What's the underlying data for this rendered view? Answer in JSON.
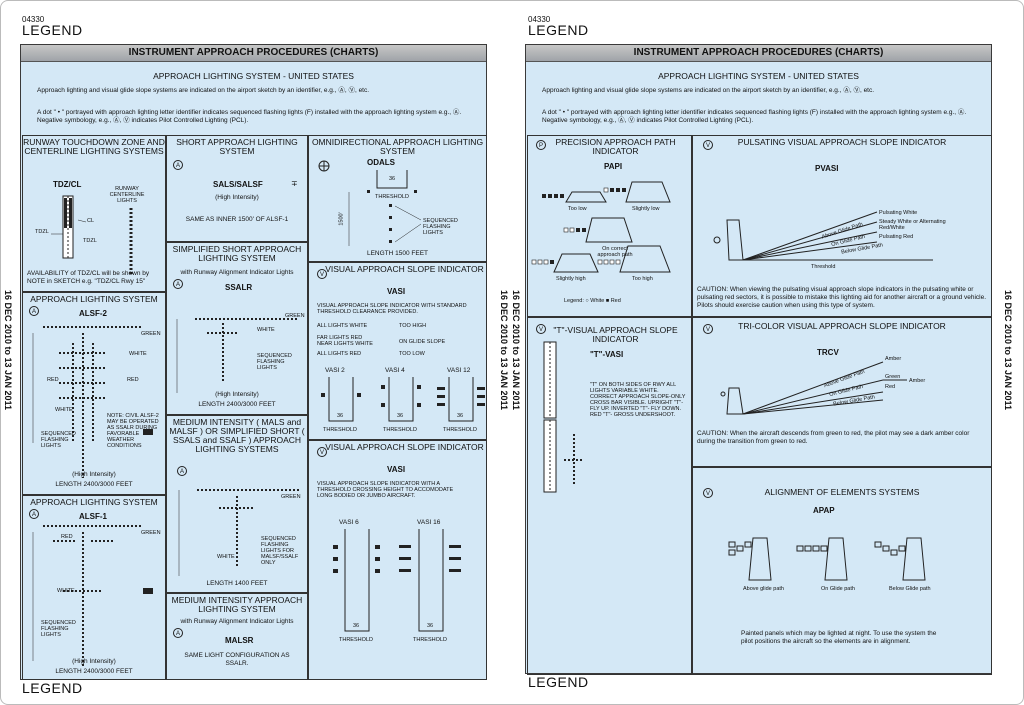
{
  "page_number": "04330",
  "legend": "LEGEND",
  "header": "INSTRUMENT APPROACH PROCEDURES (CHARTS)",
  "subheader": "APPROACH LIGHTING SYSTEM - UNITED STATES",
  "intro_line1": "Approach lighting and visual glide slope systems are indicated on the airport sketch by an identifier, e.g., Ⓐ, Ⓥ, etc.",
  "intro_line2": "A dot \" • \" portrayed with approach lighting letter identifier indicates sequenced flashing lights (F) installed with the approach lighting system e.g., Ⓐ. Negative symbology, e.g., Ⓐ, Ⓥ indicates Pilot Controlled Lighting (PCL).",
  "side_date": "16 DEC 2010 to 13 JAN 2011",
  "left": {
    "tdz_title": "RUNWAY TOUCHDOWN ZONE AND CENTERLINE LIGHTING SYSTEMS",
    "tdz_code": "TDZ/CL",
    "tdz_labels": {
      "rcl": "RUNWAY CENTERLINE LIGHTS",
      "cl": "CL",
      "tdzl": "TDZL",
      "tdzl2": "TDZL"
    },
    "tdz_note": "AVAILABILITY of TDZ/CL will be shown by NOTE in SKETCH e.g. \"TDZ/CL Rwy 15\"",
    "alsf2_title": "APPROACH LIGHTING SYSTEM",
    "alsf2_code": "ALSF-2",
    "alsf2_labels": {
      "green": "GREEN",
      "white": "WHITE",
      "red": "RED",
      "red2": "RED",
      "white2": "WHITE",
      "seq": "SEQUENCED FLASHING LIGHTS",
      "note": "NOTE: CIVIL ALSF-2 MAY BE OPERATED AS SSALR DURING FAVORABLE WEATHER CONDITIONS"
    },
    "alsf2_intensity": "(High Intensity)",
    "alsf2_length": "LENGTH 2400/3000 FEET",
    "alsf1_title": "APPROACH LIGHTING SYSTEM",
    "alsf1_code": "ALSF-1",
    "alsf1_labels": {
      "red": "RED",
      "green": "GREEN",
      "white": "WHITE",
      "seq": "SEQUENCED FLASHING LIGHTS"
    },
    "alsf1_intensity": "(High Intensity)",
    "alsf1_length": "LENGTH 2400/3000 FEET",
    "short_title": "SHORT APPROACH LIGHTING SYSTEM",
    "short_code": "SALS/SALSF",
    "short_intensity": "(High Intensity)",
    "short_desc": "SAME AS INNER 1500' OF ALSF-1",
    "ssalr_title": "SIMPLIFIED SHORT APPROACH LIGHTING SYSTEM",
    "ssalr_sub": "with Runway Alignment Indicator Lights",
    "ssalr_code": "SSALR",
    "ssalr_labels": {
      "green": "GREEN",
      "white": "WHITE",
      "seq": "SEQUENCED FLASHING LIGHTS"
    },
    "ssalr_intensity": "(High Intensity)",
    "ssalr_length": "LENGTH 2400/3000 FEET",
    "mals_title": "MEDIUM INTENSITY ( MALS and MALSF ) OR SIMPLIFIED SHORT ( SSALS and SSALF ) APPROACH LIGHTING SYSTEMS",
    "mals_labels": {
      "green": "GREEN",
      "white": "WHITE",
      "seq": "SEQUENCED FLASHING LIGHTS FOR MALSF/SSALF ONLY"
    },
    "mals_length": "LENGTH 1400 FEET",
    "malsr_title": "MEDIUM INTENSITY APPROACH LIGHTING SYSTEM",
    "malsr_sub": "with Runway Alignment Indicator Lights",
    "malsr_code": "MALSR",
    "malsr_desc": "SAME LIGHT CONFIGURATION AS SSALR.",
    "odals_title": "OMNIDIRECTIONAL APPROACH LIGHTING SYSTEM",
    "odals_code": "ODALS",
    "odals_labels": {
      "threshold": "THRESHOLD",
      "seq": "SEQUENCED FLASHING LIGHTS",
      "dist": "1500'",
      "rwy": "36"
    },
    "odals_length": "LENGTH 1500 FEET",
    "vasi_title": "VISUAL APPROACH SLOPE INDICATOR",
    "vasi_code": "VASI",
    "vasi_desc": "VISUAL APPROACH SLOPE INDICATOR WITH STANDARD THRESHOLD CLEARANCE PROVIDED.",
    "vasi_rows": [
      {
        "left": "ALL LIGHTS WHITE",
        "right": "TOO HIGH"
      },
      {
        "left": "FAR LIGHTS RED NEAR LIGHTS WHITE",
        "right": "ON GLIDE SLOPE"
      },
      {
        "left": "ALL LIGHTS RED",
        "right": "TOO LOW"
      }
    ],
    "vasi_variants": [
      "VASI 2",
      "VASI 4",
      "VASI 12"
    ],
    "threshold": "THRESHOLD",
    "rwy36": "36",
    "vasi2_title": "VISUAL APPROACH SLOPE INDICATOR",
    "vasi2_code": "VASI",
    "vasi2_desc": "VISUAL APPROACH SLOPE INDICATOR WITH A THRESHOLD CROSSING HEIGHT TO ACCOMODATE LONG BODIED OR JUMBO AIRCRAFT.",
    "vasi2_variants": [
      "VASI 6",
      "VASI 16"
    ]
  },
  "right": {
    "papi_title": "PRECISION APPROACH PATH INDICATOR",
    "papi_code": "PAPI",
    "papi_labels": {
      "too_low": "Too low",
      "slightly_low": "Slightly low",
      "on_path": "On correct approach path",
      "slightly_high": "Slightly high",
      "too_high": "Too high"
    },
    "papi_legend": "Legend: ○ White ■ Red",
    "pvasi_title": "PULSATING VISUAL APPROACH SLOPE INDICATOR",
    "pvasi_code": "PVASI",
    "pvasi_labels": {
      "pw": "Pulsating White",
      "sw": "Steady White or Alternating Red/White",
      "pr": "Pulsating Red",
      "above": "Above Glide Path",
      "on": "On Glide Path",
      "below": "Below Glide Path",
      "thr": "Threshold"
    },
    "pvasi_caution": "CAUTION: When viewing the pulsating visual approach slope indicators in the pulsating white or pulsating red sectors, it is possible to mistake this lighting aid for another aircraft or a ground vehicle. Pilots should exercise caution when using this type of system.",
    "tvasi_title": "\"T\"-VISUAL APPROACH SLOPE INDICATOR",
    "tvasi_code": "\"T\"-VASI",
    "tvasi_desc": "\"T\" ON BOTH SIDES OF RWY ALL LIGHTS VARIABLE WHITE. CORRECT APPROACH SLOPE-ONLY CROSS BAR VISIBLE. UPRIGHT \"T\"- FLY UP. INVERTED \"T\"- FLY DOWN. RED \"T\"- GROSS UNDERSHOOT.",
    "trcv_title": "TRI-COLOR VISUAL APPROACH SLOPE INDICATOR",
    "trcv_code": "TRCV",
    "trcv_labels": {
      "amber": "Amber",
      "green": "Green",
      "red": "Red",
      "amber2": "Amber",
      "above": "Above Glide Path",
      "on": "On Glide Path",
      "below": "Below Glide Path"
    },
    "trcv_caution": "CAUTION: When the aircraft descends from green to red, the pilot may see a dark amber color during the transition from green to red.",
    "apap_title": "ALIGNMENT OF ELEMENTS SYSTEMS",
    "apap_code": "APAP",
    "apap_labels": [
      "Above glide path",
      "On Glide path",
      "Below Glide path"
    ],
    "apap_desc": "Painted panels which may be lighted at night. To use the system the pilot positions the aircraft so the elements are in alignment."
  }
}
